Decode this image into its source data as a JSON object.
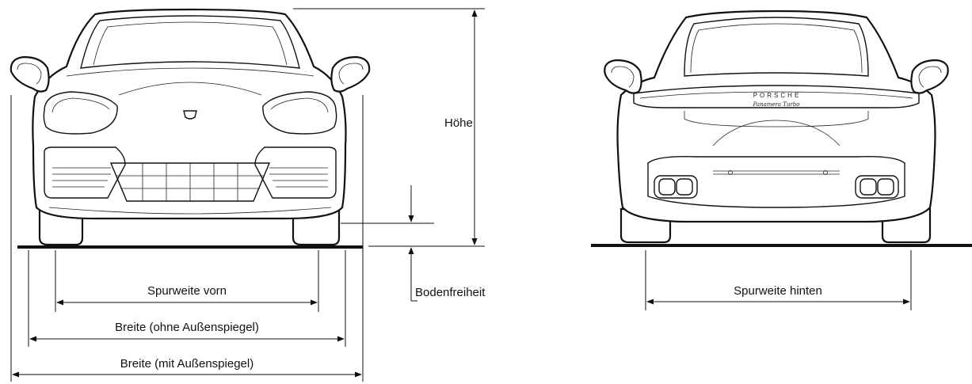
{
  "labels": {
    "height": "Höhe",
    "ground_clearance": "Bodenfreiheit",
    "track_front": "Spurweite vorn",
    "width_without_mirrors": "Breite (ohne Außenspiegel)",
    "width_with_mirrors": "Breite (mit Außenspiegel)",
    "track_rear": "Spurweite hinten"
  },
  "branding": {
    "rear_logo": "PORSCHE",
    "model_badge": "Panamera Turbo"
  }
}
